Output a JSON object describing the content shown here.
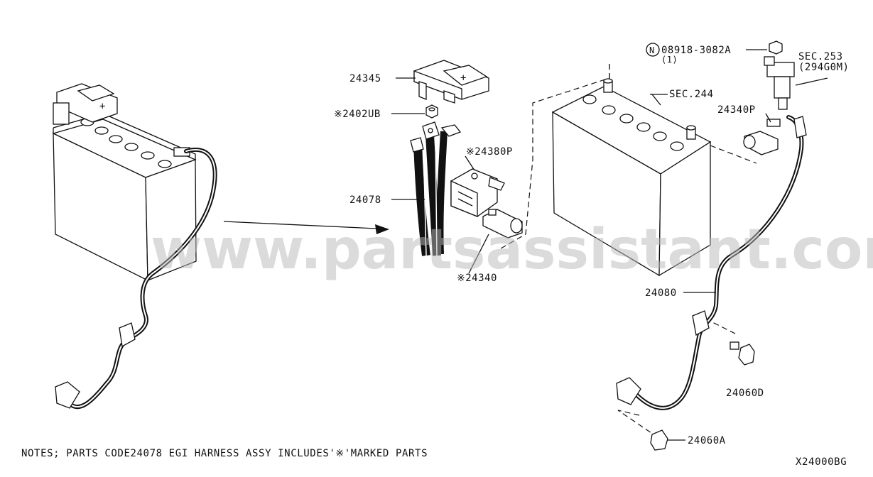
{
  "labels": {
    "p24345": "24345",
    "p2402ub": "※2402UB",
    "p24380p": "※24380P",
    "p24078": "24078",
    "p24340": "※24340",
    "n08918": "08918-3082A",
    "n08918_qty": "(1)",
    "sec253": "SEC.253",
    "sec253_sub": "(294G0M)",
    "sec244": "SEC.244",
    "p24340p": "24340P",
    "p24080": "24080",
    "p24060d": "24060D",
    "p24060a": "24060A"
  },
  "note": "NOTES; PARTS CODE24078 EGI HARNESS ASSY INCLUDES'※'MARKED PARTS",
  "diagram_code": "X24000BG",
  "watermark": "www.partsassistant.com",
  "icons": [
    "battery-left",
    "battery-right",
    "terminal-cover",
    "nut",
    "fuse-block",
    "terminal-clamp",
    "harness-cable",
    "bolt",
    "clip",
    "sensor",
    "circle-n-symbol"
  ]
}
